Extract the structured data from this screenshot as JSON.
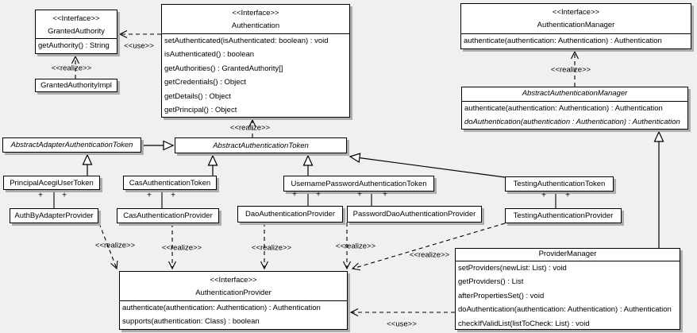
{
  "labels": {
    "realize": "<<realize>>",
    "use": "<<use>>",
    "plus": "+"
  },
  "classes": {
    "granted_authority": {
      "stereotype": "<<Interface>>",
      "name": "GrantedAuthority",
      "methods": [
        "getAuthority() : String"
      ]
    },
    "granted_authority_impl": {
      "name": "GrantedAuthorityImpl"
    },
    "authentication": {
      "stereotype": "<<Interface>>",
      "name": "Authentication",
      "methods": [
        "setAuthenticated(isAuthenticated: boolean) : void",
        "isAuthenticated() : boolean",
        "getAuthorities() : GrantedAuthority[]",
        "getCredentials() : Object",
        "getDetails() : Object",
        "getPrincipal() : Object"
      ]
    },
    "authentication_manager": {
      "stereotype": "<<Interface>>",
      "name": "AuthenticationManager",
      "methods": [
        "authenticate(authentication: Authentication) : Authentication"
      ]
    },
    "abstract_authentication_manager": {
      "name": "AbstractAuthenticationManager",
      "methods": [
        "authenticate(authentication: Authentication) : Authentication",
        "doAuthentication(authentication : Authentication) : Authentication"
      ]
    },
    "abstract_adapter_authentication_token": {
      "name": "AbstractAdapterAuthenticationToken"
    },
    "abstract_authentication_token": {
      "name": "AbstractAuthenticationToken"
    },
    "principal_acegi_user_token": {
      "name": "PrincipalAcegiUserToken"
    },
    "cas_authentication_token": {
      "name": "CasAuthenticationToken"
    },
    "username_password_authentication_token": {
      "name": "UsernamePasswordAuthenticationToken"
    },
    "testing_authentication_token": {
      "name": "TestingAuthenticationToken"
    },
    "auth_by_adapter_provider": {
      "name": "AuthByAdapterProvider"
    },
    "cas_authentication_provider": {
      "name": "CasAuthenticationProvider"
    },
    "dao_authentication_provider": {
      "name": "DaoAuthenticationProvider"
    },
    "password_dao_authentication_provider": {
      "name": "PasswordDaoAuthenticationProvider"
    },
    "testing_authentication_provider": {
      "name": "TestingAuthenticationProvider"
    },
    "authentication_provider": {
      "stereotype": "<<Interface>>",
      "name": "AuthenticationProvider",
      "methods": [
        "authenticate(authentication: Authentication) : Authentication",
        "supports(authentication: Class) : boolean"
      ]
    },
    "provider_manager": {
      "name": "ProviderManager",
      "methods": [
        "setProviders(newList: List) : void",
        "getProviders() : List",
        "afterPropertiesSet() : void",
        "doAuthentication(authentication: Authentication) : Authentication",
        "checkIfValidList(listToCheck: List) : void"
      ]
    }
  },
  "relationships": [
    {
      "from": "Authentication",
      "to": "GrantedAuthority",
      "type": "use"
    },
    {
      "from": "GrantedAuthorityImpl",
      "to": "GrantedAuthority",
      "type": "realize"
    },
    {
      "from": "AbstractAuthenticationToken",
      "to": "Authentication",
      "type": "realize"
    },
    {
      "from": "AbstractAuthenticationManager",
      "to": "AuthenticationManager",
      "type": "realize"
    },
    {
      "from": "AbstractAdapterAuthenticationToken",
      "to": "AbstractAuthenticationToken",
      "type": "generalization"
    },
    {
      "from": "PrincipalAcegiUserToken",
      "to": "AbstractAdapterAuthenticationToken",
      "type": "generalization"
    },
    {
      "from": "CasAuthenticationToken",
      "to": "AbstractAuthenticationToken",
      "type": "generalization"
    },
    {
      "from": "UsernamePasswordAuthenticationToken",
      "to": "AbstractAuthenticationToken",
      "type": "generalization"
    },
    {
      "from": "TestingAuthenticationToken",
      "to": "AbstractAuthenticationToken",
      "type": "generalization"
    },
    {
      "from": "ProviderManager",
      "to": "AbstractAuthenticationManager",
      "type": "generalization"
    },
    {
      "from": "PrincipalAcegiUserToken",
      "to": "AuthByAdapterProvider",
      "type": "association"
    },
    {
      "from": "CasAuthenticationToken",
      "to": "CasAuthenticationProvider",
      "type": "association"
    },
    {
      "from": "UsernamePasswordAuthenticationToken",
      "to": "DaoAuthenticationProvider",
      "type": "association"
    },
    {
      "from": "UsernamePasswordAuthenticationToken",
      "to": "PasswordDaoAuthenticationProvider",
      "type": "association"
    },
    {
      "from": "TestingAuthenticationToken",
      "to": "TestingAuthenticationProvider",
      "type": "association"
    },
    {
      "from": "AuthByAdapterProvider",
      "to": "AuthenticationProvider",
      "type": "realize"
    },
    {
      "from": "CasAuthenticationProvider",
      "to": "AuthenticationProvider",
      "type": "realize"
    },
    {
      "from": "DaoAuthenticationProvider",
      "to": "AuthenticationProvider",
      "type": "realize"
    },
    {
      "from": "PasswordDaoAuthenticationProvider",
      "to": "AuthenticationProvider",
      "type": "realize"
    },
    {
      "from": "TestingAuthenticationProvider",
      "to": "AuthenticationProvider",
      "type": "realize"
    },
    {
      "from": "ProviderManager",
      "to": "AuthenticationProvider",
      "type": "use"
    }
  ]
}
